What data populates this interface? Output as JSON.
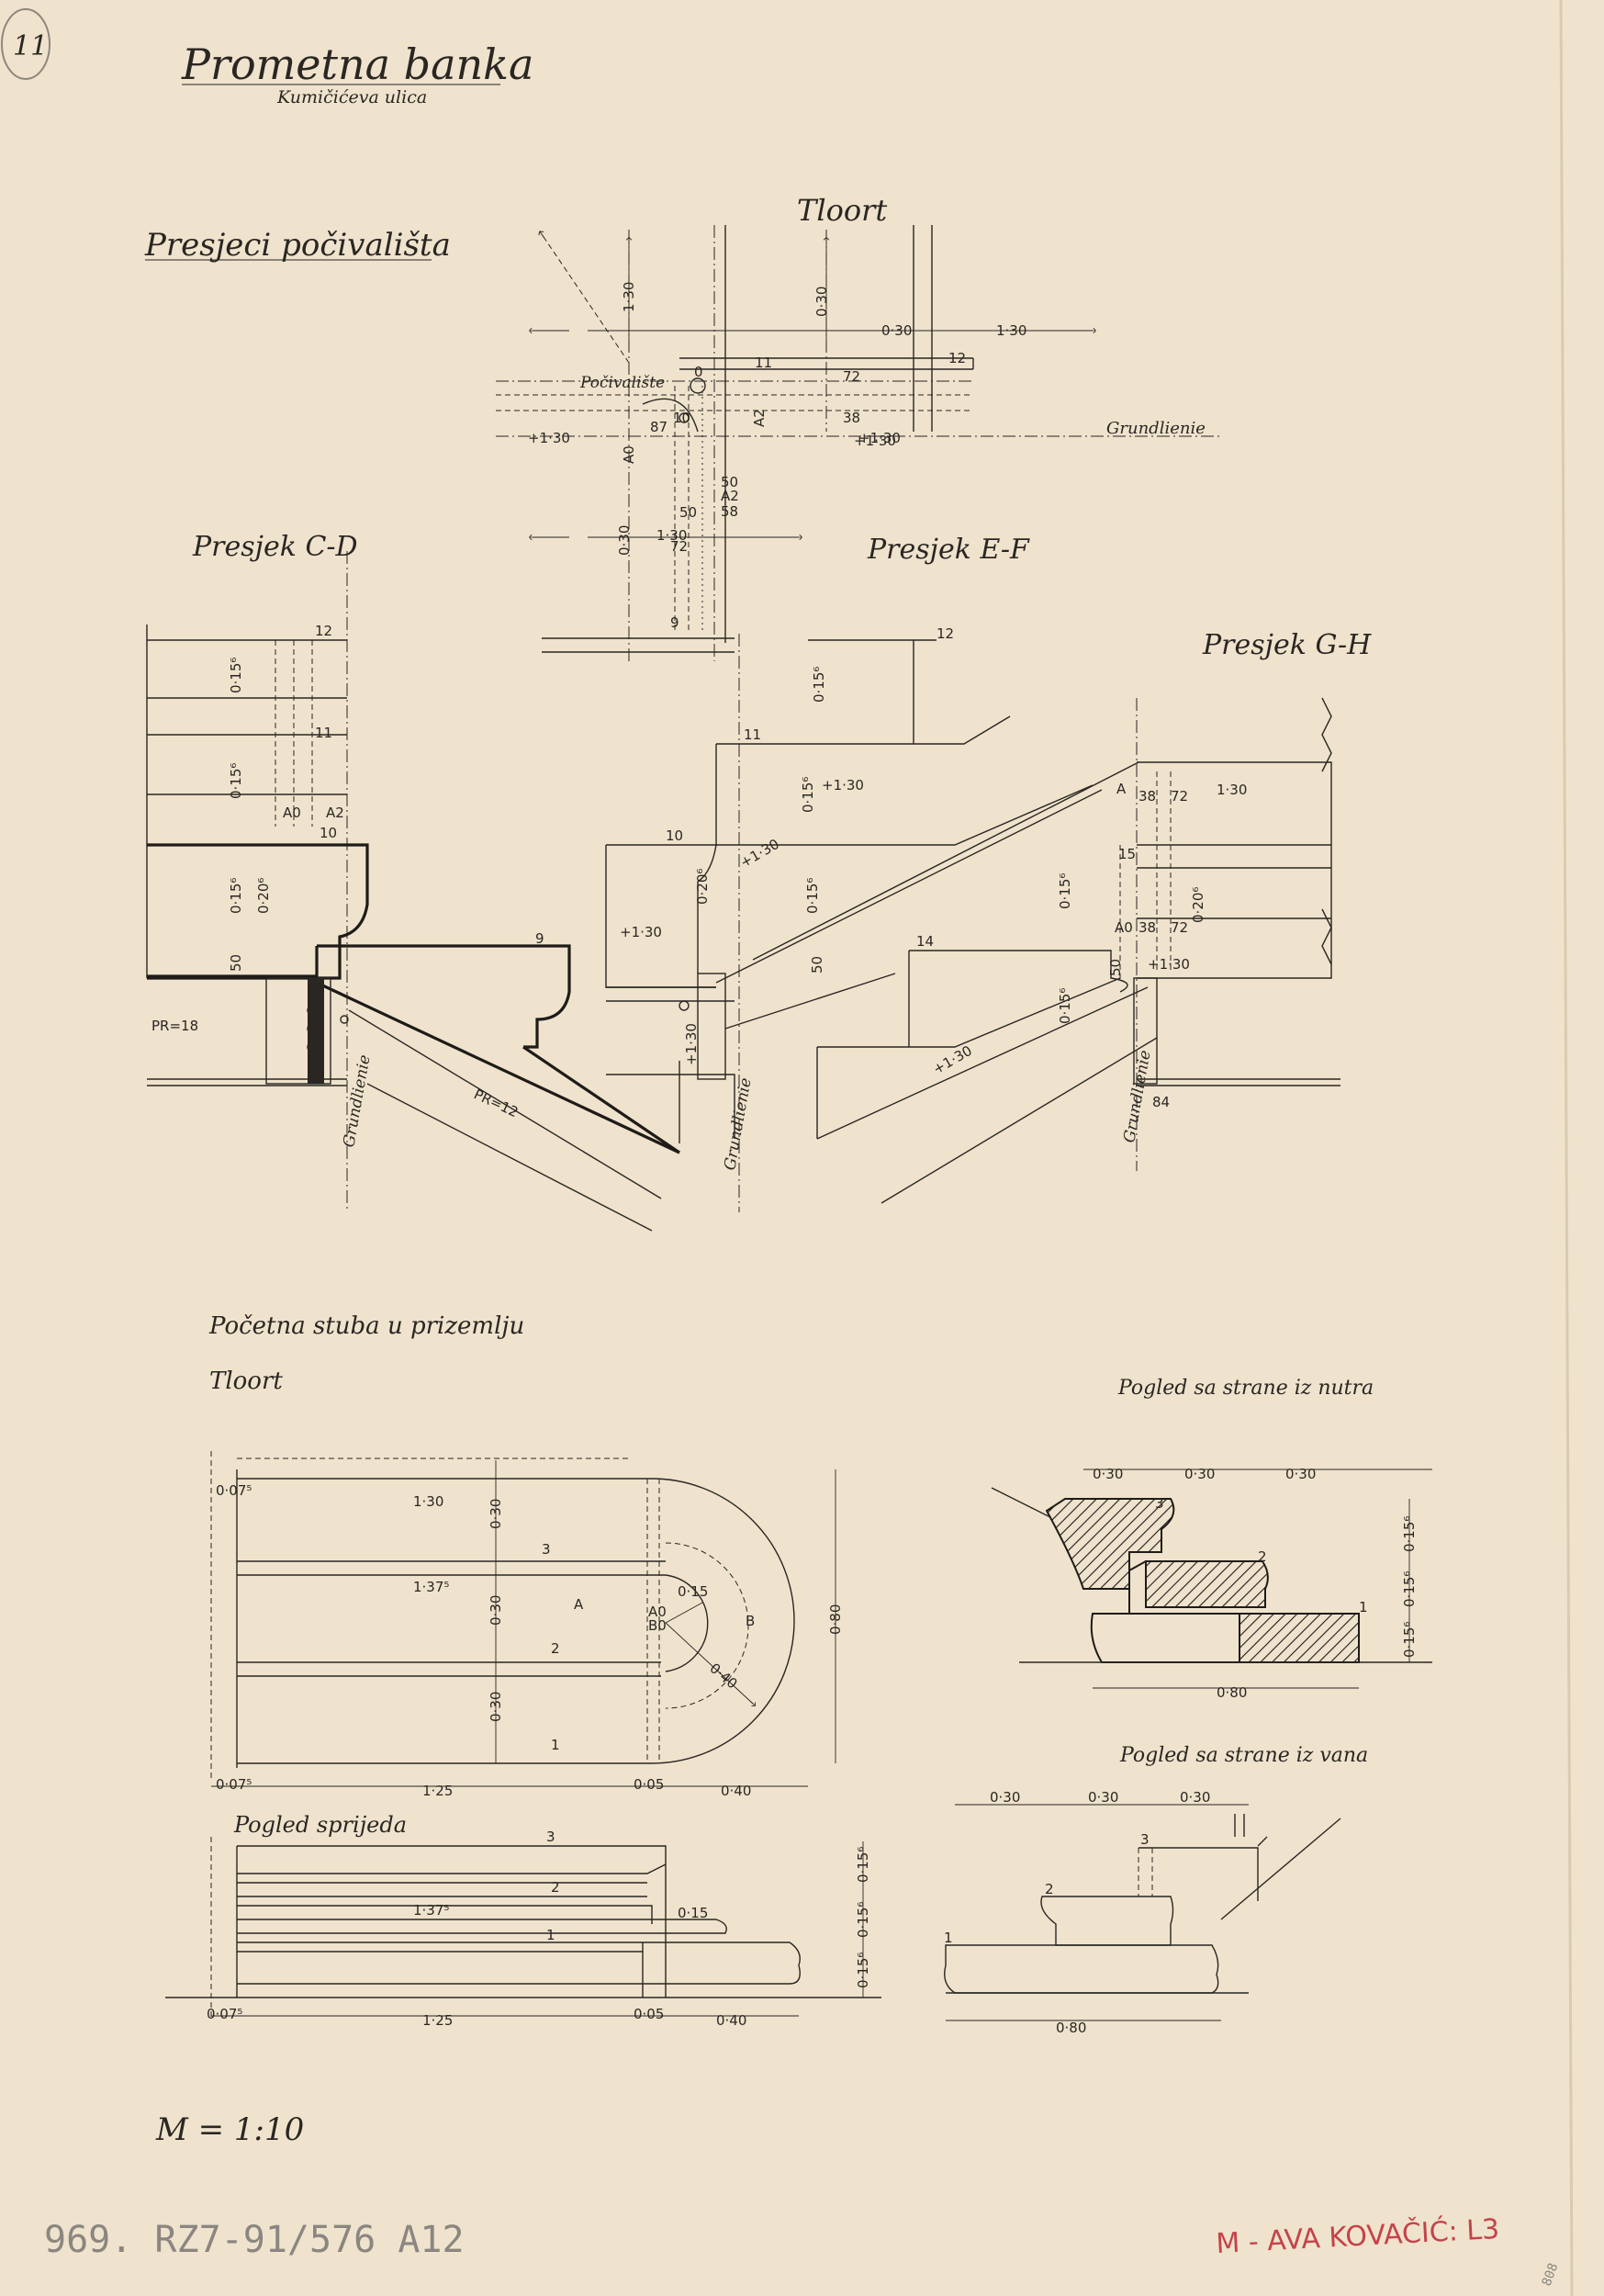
{
  "title": "Prometna banka",
  "subtitle": "Kumičićeva ulica",
  "corner_mark": "11",
  "landing_sections": {
    "title": "Presjeci počivališta",
    "plan_label": "Tloort",
    "landing_word": "Počivalište",
    "base_line_word": "Grundlienie",
    "plan_dims": [
      "1·30",
      "0·30",
      "0·30",
      "1·30",
      "+1·30",
      "+1·30",
      "0·30",
      "1·30",
      "A0",
      "87",
      "72",
      "A2",
      "50",
      "A2",
      "58",
      "72",
      "50",
      "38",
      "+1·30"
    ],
    "plan_numbers": [
      "11",
      "12",
      "10",
      "9",
      "0"
    ]
  },
  "section_cd": {
    "title": "Presjek C-D",
    "step_numbers": [
      "12",
      "11",
      "10",
      "9"
    ],
    "dims": [
      "0·15⁶",
      "0·15⁶",
      "0·15⁶",
      "A0",
      "A2",
      "0·20⁶",
      "50"
    ],
    "profiles": [
      "PR=18",
      "PR=12"
    ],
    "base_word": "Grundlienie"
  },
  "section_ef": {
    "title": "Presjek E-F",
    "step_numbers": [
      "12",
      "11",
      "10"
    ],
    "dims": [
      "0·15⁶",
      "0·15⁶",
      "+1·30",
      "+1·30",
      "0·15⁶",
      "+1·30",
      "50",
      "0·20⁶",
      "+1·30"
    ],
    "base_word": "Grundlienie"
  },
  "section_gh": {
    "title": "Presjek G-H",
    "step_numbers": [
      "15",
      "14"
    ],
    "dims": [
      "A",
      "38",
      "72",
      "1·30",
      "0·15⁶",
      "A0",
      "38",
      "72",
      "0·20⁶",
      "50",
      "+1·30",
      "0·15⁶",
      "+1·30",
      "84"
    ],
    "base_word": "Grundlienie"
  },
  "first_step": {
    "title": "Početna stuba u prizemlju",
    "plan_label": "Tloort",
    "plan_dims": [
      "0·07⁵",
      "1·30",
      "1·37⁵",
      "0·30",
      "0·30",
      "0·30",
      "0·15",
      "0·40",
      "0·80",
      "0·07⁵",
      "1·25",
      "0·05",
      "0·40"
    ],
    "plan_numbers": [
      "3",
      "2",
      "1"
    ],
    "plan_letters": [
      "A",
      "B",
      "A0",
      "B0"
    ],
    "front_label": "Pogled sprijeda",
    "front_dims": [
      "1·37⁵",
      "0·15",
      "0·07⁵",
      "1·25",
      "0·05",
      "0·40",
      "0·15⁶",
      "0·15⁶",
      "0·15⁶"
    ],
    "front_numbers": [
      "3",
      "2",
      "1"
    ]
  },
  "side_inside": {
    "title": "Pogled sa strane iz nutra",
    "dims": [
      "0·30",
      "0·30",
      "0·30",
      "0·80",
      "0·15⁶",
      "0·15⁶",
      "0·15⁶"
    ],
    "numbers": [
      "3",
      "2",
      "1"
    ]
  },
  "side_outside": {
    "title": "Pogled sa strane iz vana",
    "dims": [
      "0·30",
      "0·30",
      "0·30",
      "0·80"
    ],
    "numbers": [
      "3",
      "2",
      "1"
    ]
  },
  "scale": "M = 1:10",
  "archive_number": "969. RZ7-91/576 A12",
  "red_note": "M - AVA KOVAČIĆ: L3",
  "stamp": "808"
}
